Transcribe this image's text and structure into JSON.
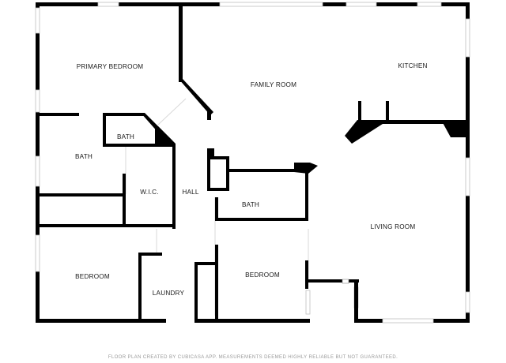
{
  "rooms": {
    "primary_bedroom": "PRIMARY BEDROOM",
    "family_room": "FAMILY ROOM",
    "kitchen": "KITCHEN",
    "bath_small": "BATH",
    "bath_left": "BATH",
    "wic": "W.I.C.",
    "hall": "HALL",
    "bath_center": "BATH",
    "living_room": "LIVING ROOM",
    "bedroom_left": "BEDROOM",
    "laundry": "LAUNDRY",
    "bedroom_center": "BEDROOM"
  },
  "footer": {
    "text": "FLOOR PLAN CREATED BY CUBICASA APP. MEASUREMENTS DEEMED HIGHLY RELIABLE BUT NOT GUARANTEED."
  }
}
